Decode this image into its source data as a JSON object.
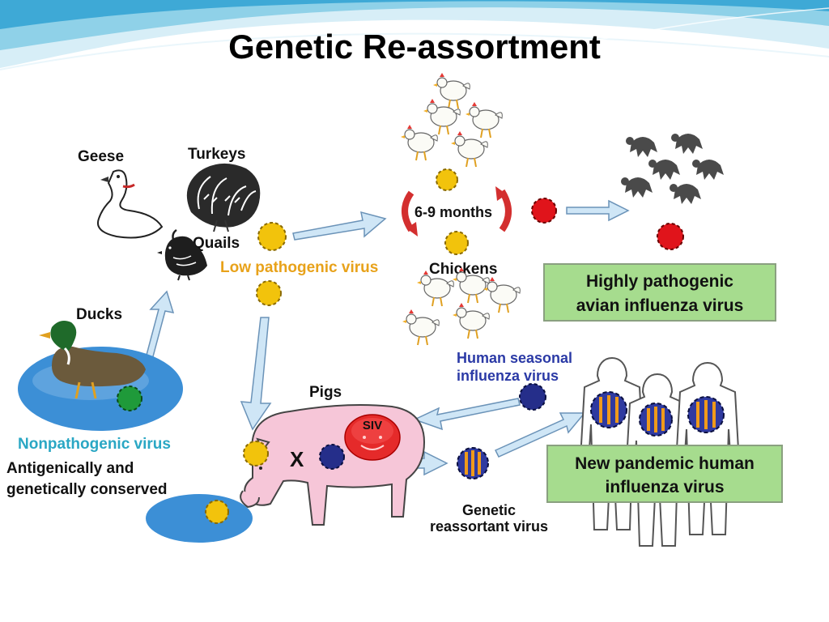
{
  "title": "Genetic Re-assortment",
  "colors": {
    "header_light": "#bfe4f2",
    "header_mid": "#6fc3e0",
    "header_dark": "#2a9fd0",
    "label_orange": "#e8a21a",
    "label_teal": "#2aa7c4",
    "label_blue": "#2b3aa6",
    "green_box": "#a6dc8e",
    "pig_pink": "#f6c6d8",
    "water_blue": "#3c8fd6",
    "virus_yellow": "#f2c30c",
    "virus_red": "#e0141b",
    "virus_green": "#1f9a3a",
    "virus_navy": "#252e8a",
    "virus_orange": "#f09a1a",
    "arrow_blue": "#c8e3f4"
  },
  "labels": {
    "geese": "Geese",
    "turkeys": "Turkeys",
    "quails": "Quails",
    "low_pathogenic": "Low pathogenic virus",
    "months": "6-9 months",
    "chickens": "Chickens",
    "highly_pathogenic": [
      "Highly pathogenic",
      "avian influenza virus"
    ],
    "ducks": "Ducks",
    "nonpathogenic": "Nonpathogenic virus",
    "conserved": [
      "Antigenically and",
      "genetically conserved"
    ],
    "human_seasonal": [
      "Human seasonal",
      "influenza virus"
    ],
    "pigs": "Pigs",
    "siv": "SIV",
    "cross_mark": "X",
    "new_pandemic": [
      "New pandemic human",
      "influenza virus"
    ],
    "reassortant": [
      "Genetic",
      "reassortant virus"
    ]
  }
}
